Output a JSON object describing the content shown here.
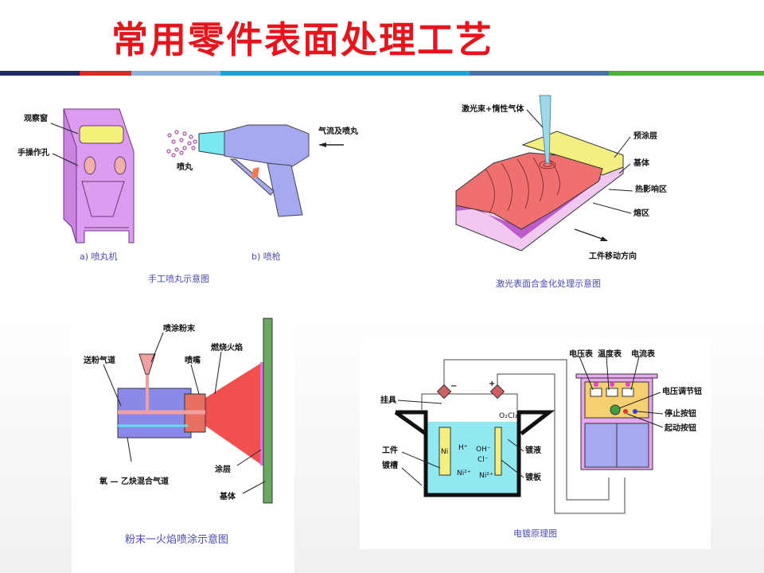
{
  "title": "常用零件表面处理工艺",
  "header_bar_colors": [
    "#1c2e5e",
    "#d52b2b",
    "#8fb0d8",
    "#16a6dc",
    "#4a73a6",
    "#52ae3b"
  ],
  "shot_peening": {
    "labels": {
      "window": "观察窗",
      "hand_hole": "手操作孔",
      "shot": "喷丸",
      "airflow": "气流及喷丸"
    },
    "sub_a": "a) 喷丸机",
    "sub_b": "b) 喷枪",
    "caption": "手工喷丸示意图"
  },
  "laser_alloying": {
    "labels": {
      "beam": "激光束+惰性气体",
      "precoat": "预涂层",
      "substrate": "基体",
      "haz": "热影响区",
      "melt": "熔区",
      "direction": "工件移动方向"
    },
    "caption": "激光表面合金化处理示意图"
  },
  "flame_spray": {
    "labels": {
      "powder": "喷涂粉末",
      "powder_channel": "送粉气道",
      "nozzle": "喷嘴",
      "flame": "燃烧火焰",
      "gas_channel": "氧 — 乙炔混合气道",
      "coating": "涂层",
      "substrate": "基体"
    },
    "caption": "粉末一火焰喷涂示意图"
  },
  "electroplating": {
    "labels": {
      "voltmeter": "电压表",
      "thermometer": "温度表",
      "ammeter": "电流表",
      "voltage_knob": "电压调节钮",
      "stop_button": "停止按钮",
      "start_button": "起动按钮",
      "hanger": "挂具",
      "workpiece": "工件",
      "tank": "镀槽",
      "solution": "镀液",
      "plate": "镀板"
    },
    "chem": {
      "ni": "Ni",
      "h": "H⁺",
      "ni2": "Ni²⁺",
      "oh": "OH⁻",
      "cl": "Cl⁻",
      "ni2b": "Ni²⁺",
      "o2": "O₂",
      "cl2": "Cl₂",
      "minus": "−",
      "plus": "+"
    },
    "caption": "电镀原理图"
  }
}
